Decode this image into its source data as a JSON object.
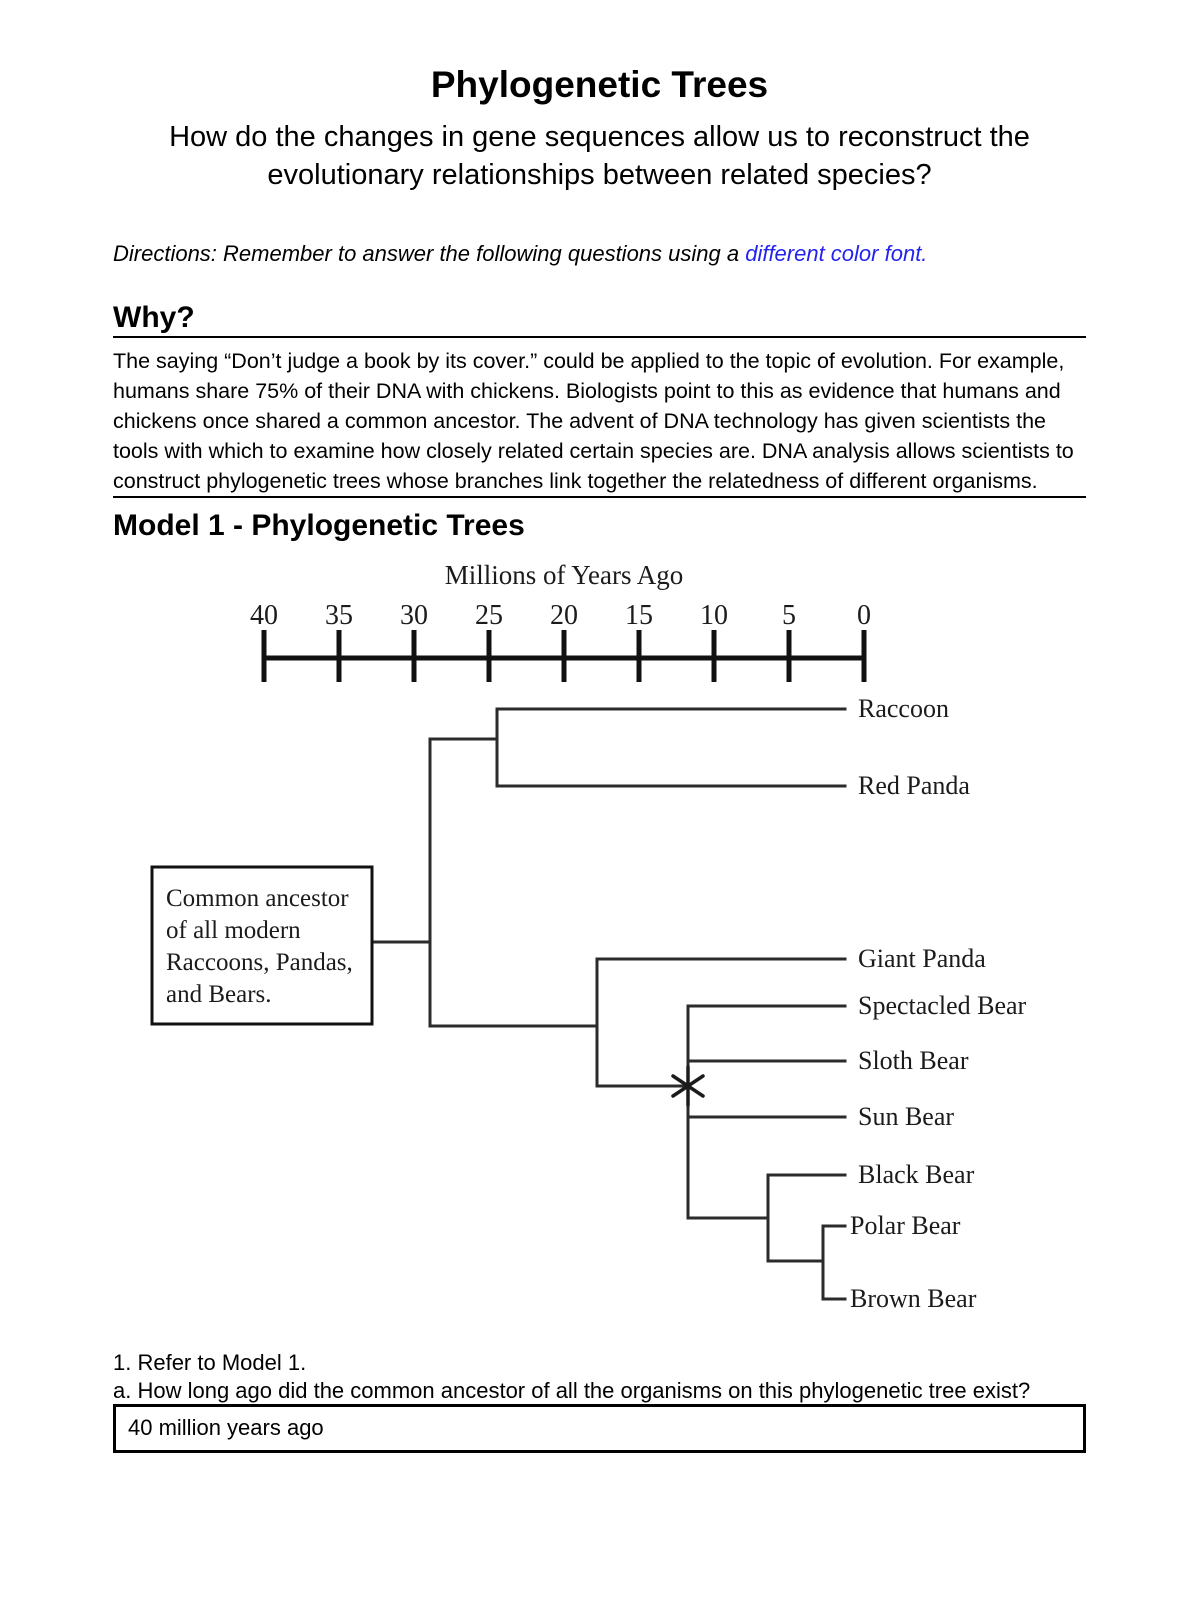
{
  "header": {
    "title": "Phylogenetic Trees",
    "subtitle_line1": "How do the changes in gene sequences allow us to reconstruct the",
    "subtitle_line2": "evolutionary relationships between related species?",
    "directions_prefix": "Directions: Remember to answer the following questions using a ",
    "directions_highlight": "different color font.",
    "accent_blue": "#2323EE"
  },
  "why_section": {
    "heading": "Why?",
    "paragraph": "The saying “Don’t judge a book by its cover.” could be applied to the topic of evolution. For example, humans share 75% of their DNA with chickens. Biologists point to this as evidence that humans and chickens once shared a common ancestor. The advent of DNA technology has given scientists the tools with which to examine how closely related certain species are. DNA analysis allows scientists to construct phylogenetic trees whose branches link together the relatedness of different organisms."
  },
  "model1": {
    "heading": "Model 1 - Phylogenetic Trees",
    "axis": {
      "title": "Millions of Years Ago",
      "tick_labels": [
        "40",
        "35",
        "30",
        "25",
        "20",
        "15",
        "10",
        "5",
        "0"
      ]
    },
    "ancestor_box_lines": [
      "Common ancestor",
      "of all modern",
      "Raccoons, Pandas,",
      "and Bears."
    ],
    "taxa": [
      "Raccoon",
      "Red Panda",
      "Giant Panda",
      "Spectacled Bear",
      "Sloth Bear",
      "Sun Bear",
      "Black Bear",
      "Polar Bear",
      "Brown Bear"
    ],
    "star_marker": "asterisk",
    "line_color": "#2B2B2B"
  },
  "questions": {
    "q1_label": "1. Refer to Model 1.",
    "q1a_label": "a. How long ago did the common ancestor of all the organisms on this phylogenetic tree exist?",
    "q1a_answer": "40 million years ago"
  }
}
